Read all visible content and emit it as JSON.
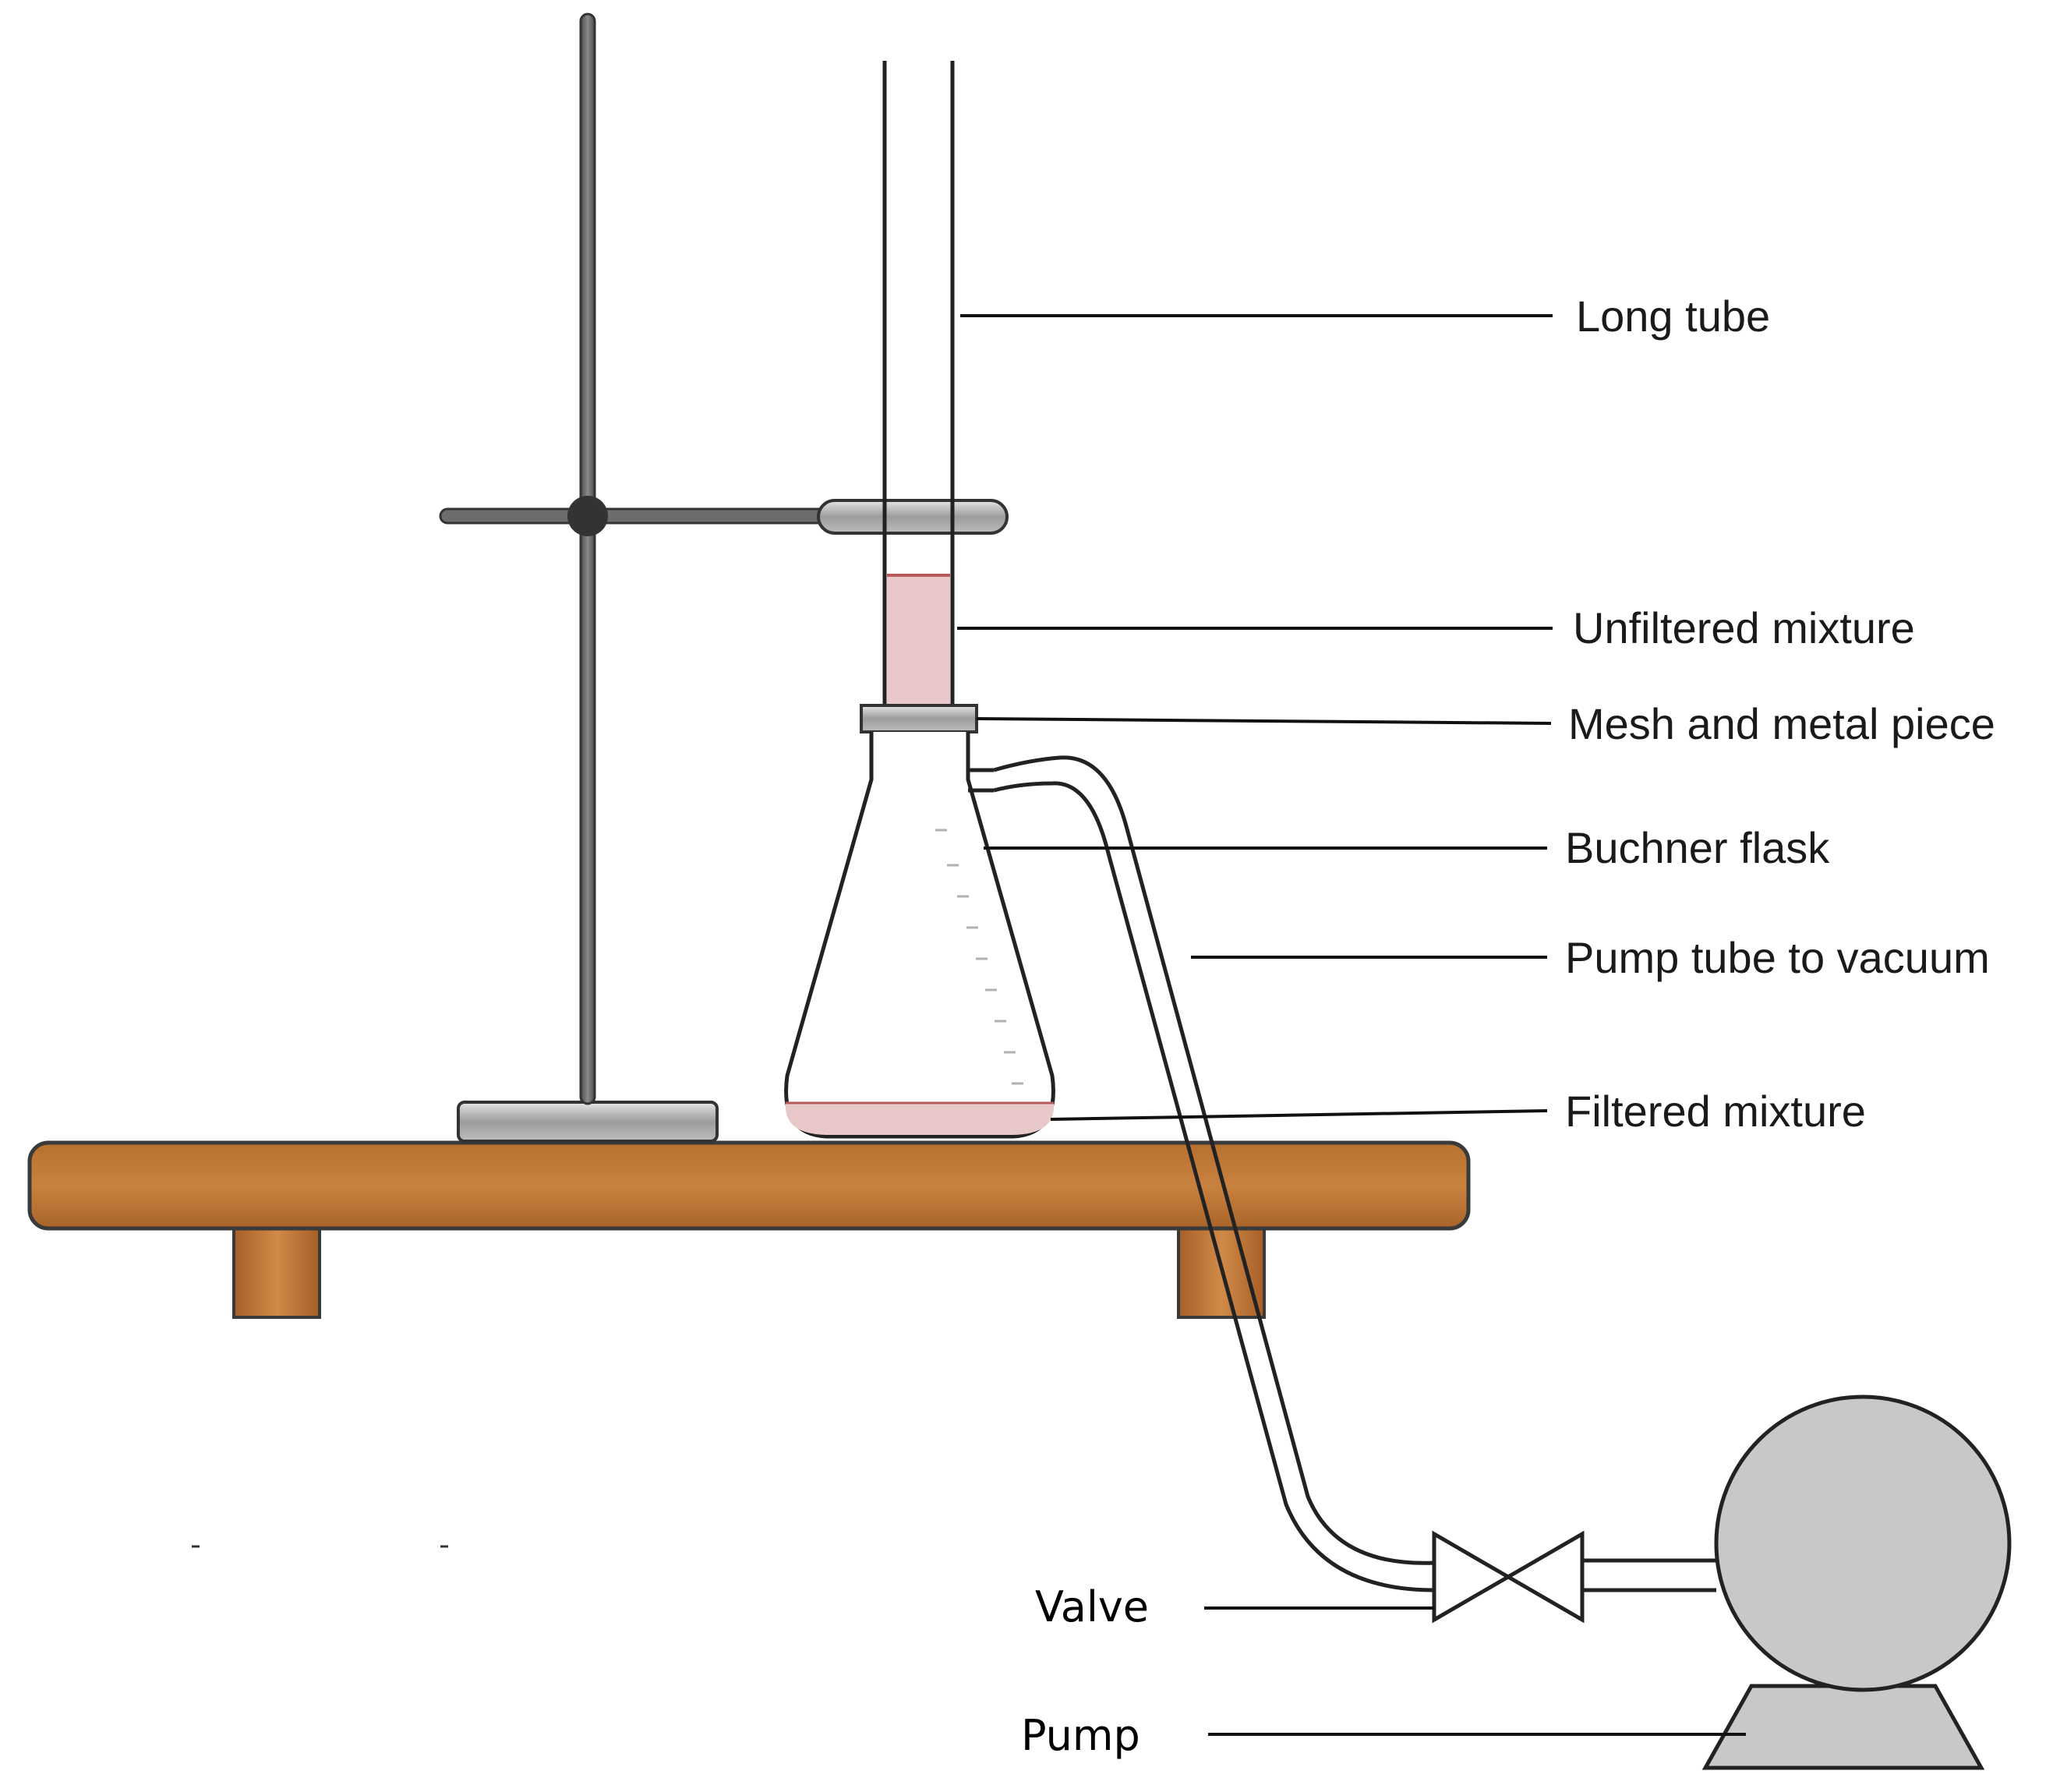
{
  "labels": {
    "long_tube": "Long tube",
    "unfiltered_mixture": "Unfiltered mixture",
    "mesh_metal": "Mesh and metal piece",
    "buchner_flask": "Buchner flask",
    "pump_tube": "Pump tube to vacuum",
    "filtered_mixture": "Filtered mixture",
    "valve": "Valve",
    "pump": "Pump"
  },
  "colors": {
    "table_wood": "#c47a3a",
    "table_outline": "#3a3a3a",
    "stand_metal": "#6d6d6d",
    "liquid_pink": "#e8c8c8",
    "liquid_edge": "#b85a5a",
    "pump_gray": "#c8c8c8",
    "line": "#111111"
  }
}
